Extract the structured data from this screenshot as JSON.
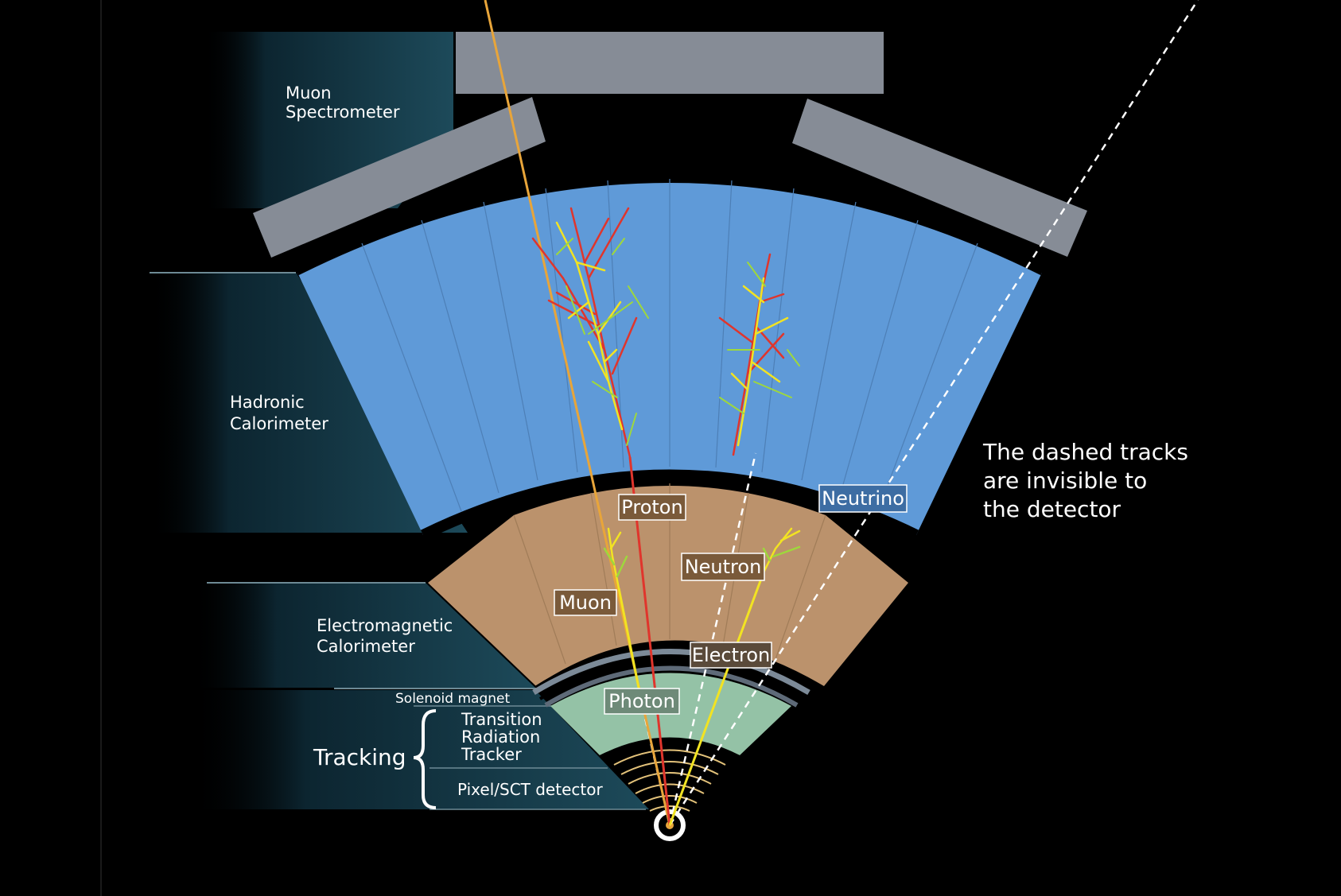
{
  "layers": {
    "muon": [
      "Muon",
      "Spectrometer"
    ],
    "hadronic": [
      "Hadronic",
      "Calorimeter"
    ],
    "em": [
      "Electromagnetic",
      "Calorimeter"
    ],
    "solenoid": "Solenoid magnet",
    "tracking": "Tracking",
    "trt": [
      "Transition",
      "Radiation",
      "Tracker"
    ],
    "pixel": "Pixel/SCT detector"
  },
  "particles": {
    "proton": "Proton",
    "neutrino": "Neutrino",
    "neutron": "Neutron",
    "muon": "Muon",
    "electron": "Electron",
    "photon": "Photon"
  },
  "note": [
    "The dashed tracks",
    "are invisible to",
    "the detector"
  ],
  "colors": {
    "background": "#000000",
    "band": "#163d4c",
    "muon_chamber": "#868c96",
    "hadronic": "#5f9ad8",
    "em": "#bb926c",
    "tracker": "#94c2a6",
    "track_red": "#e0352c",
    "track_orange": "#e8a53a",
    "track_yellow": "#f2e322",
    "track_green": "#9ed83c"
  }
}
